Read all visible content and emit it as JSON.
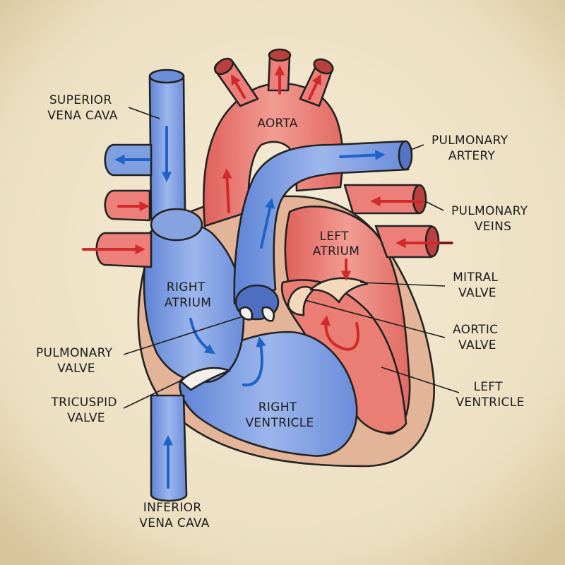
{
  "labels": {
    "superior_vena_cava": [
      "SUPERIOR",
      "VENA CAVA"
    ],
    "aorta": [
      "AORTA"
    ],
    "pulmonary_artery": [
      "PULMONARY",
      "ARTERY"
    ],
    "pulmonary_veins": [
      "PULMONARY",
      "VEINS"
    ],
    "left_atrium": [
      "LEFT",
      "ATRIUM"
    ],
    "right_atrium": [
      "RIGHT",
      "ATRIUM"
    ],
    "mitral_valve": [
      "MITRAL",
      "VALVE"
    ],
    "aortic_valve": [
      "AORTIC",
      "VALVE"
    ],
    "pulmonary_valve": [
      "PULMONARY",
      "VALVE"
    ],
    "left_ventricle": [
      "LEFT",
      "VENTRICLE"
    ],
    "tricuspid_valve": [
      "TRICUSPID",
      "VALVE"
    ],
    "right_ventricle": [
      "RIGHT",
      "VENTRICLE"
    ],
    "inferior_vena_cava": [
      "INFERIOR",
      "VENA CAVA"
    ]
  },
  "colors": {
    "background": "#efe3c8",
    "deoxygenated_blue": "#7f9fe0",
    "oxygenated_red": "#ec7f79",
    "arrow_blue": "#1f63c9",
    "arrow_red": "#d12a2a",
    "pericardium": "#e3b497",
    "ink": "#222222"
  }
}
